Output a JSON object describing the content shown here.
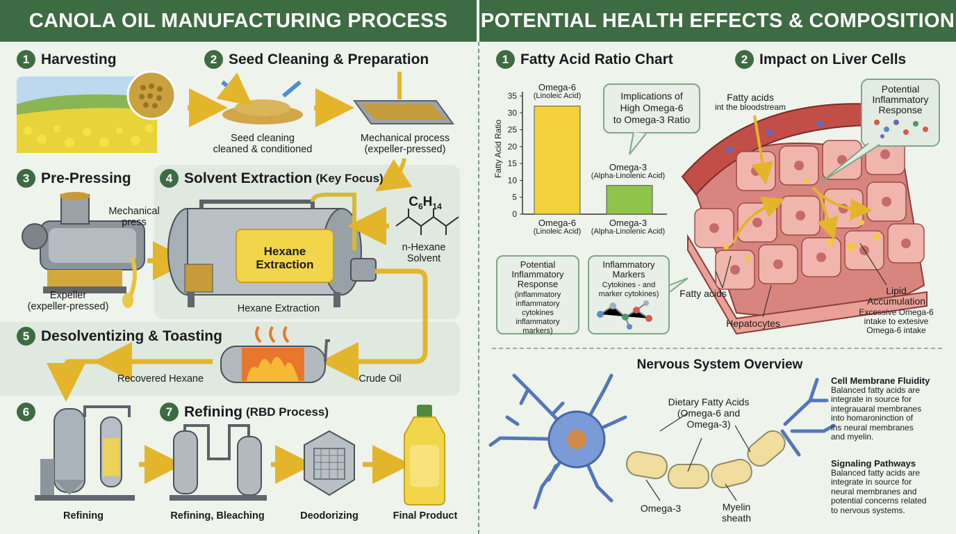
{
  "left": {
    "title": "CANOLA OIL MANUFACTURING PROCESS",
    "steps": [
      {
        "num": "1",
        "title": "Harvesting"
      },
      {
        "num": "2",
        "title": "Seed Cleaning & Preparation"
      },
      {
        "num": "3",
        "title": "Pre-Pressing"
      },
      {
        "num": "4",
        "title": "Solvent Extraction",
        "sub": "(Key Focus)"
      },
      {
        "num": "5",
        "title": "Desolventizing & Toasting"
      },
      {
        "num": "6",
        "title": ""
      },
      {
        "num": "7",
        "title": "Refining",
        "sub": "(RBD Process)"
      }
    ],
    "seed_cleaning_caption": [
      "Seed cleaning",
      "cleaned & conditioned"
    ],
    "mechanical_caption": [
      "Mechanical process",
      "(expeller-pressed)"
    ],
    "press_label": [
      "Mechanical",
      "press"
    ],
    "expeller_caption": [
      "Expeller",
      "(expeller-pressed)"
    ],
    "tank_label": [
      "Hexane",
      "Extraction"
    ],
    "hexane_extraction_caption": "Hexane Extraction",
    "formula": {
      "c": "C",
      "c_sub": "6",
      "h": "H",
      "h_sub": "14"
    },
    "solvent_caption": [
      "n-Hexane",
      "Solvent"
    ],
    "recovered_hexane": "Recovered Hexane",
    "crude_oil": "Crude Oil",
    "bottom_captions": [
      "Refining",
      "Refining, Bleaching",
      "Deodorizing",
      "Final Product"
    ]
  },
  "right": {
    "title": "POTENTIAL HEALTH EFFECTS & COMPOSITION",
    "sec1_title": "Fatty Acid Ratio Chart",
    "sec2_title": "Impact on Liver Cells",
    "bubble_implications": [
      "Implications of",
      "High Omega-6",
      "to Omega-3 Ratio"
    ],
    "box_response": {
      "title": [
        "Potential",
        "Inflammatory",
        "Response"
      ],
      "body": [
        "(inflammatory",
        "inflammatory",
        "cytokines",
        "inflammatory",
        "markers)"
      ]
    },
    "box_markers": {
      "title": [
        "Inflammatory",
        "Markers"
      ],
      "body": [
        "Cytokines - and",
        "marker cytokines)"
      ]
    },
    "liver_labels": {
      "fatty_top": "Fatty acids",
      "fatty_top_sub": "int the bloodstream",
      "inflam": [
        "Potential",
        "Inflammatory",
        "Response"
      ],
      "fatty_left": "Fatty acids",
      "hepatocytes": "Hepatocytes",
      "lipid": [
        "Lipid",
        "Accumulation"
      ],
      "lipid_sub": [
        "Excessive Omega-6",
        "intake to extesive",
        "Omega-6 intake"
      ]
    },
    "nervous": {
      "title": "Nervous System Overview",
      "dietary": [
        "Dietary Fatty Acids",
        "(Omega-6 and",
        "Omega-3)"
      ],
      "omega3": "Omega-3",
      "myelin": [
        "Myelin",
        "sheath"
      ],
      "cm_title": "Cell Membrane Fluidity",
      "cm_body": [
        "Balanced fatty acids are",
        "integrate in source for",
        "integrauaral membranes",
        "into homaroninction of",
        "ins neural membranes",
        "and myelin."
      ],
      "sp_title": "Signaling Pathways",
      "sp_body": [
        "Balanced fatty acids are",
        "integrate in source for",
        "neural membranes and",
        "potential concerns related",
        "to nervous systems."
      ]
    }
  },
  "chart_data": {
    "type": "bar",
    "ylabel": "Fatty Acid Ratio",
    "ylim": [
      0,
      35
    ],
    "yticks": [
      "0",
      "5",
      "10",
      "15",
      "20",
      "25",
      "30",
      "35"
    ],
    "categories": [
      {
        "name": "Omega-6",
        "sub": "(Linoleic Acid)"
      },
      {
        "name": "Omega-3",
        "sub": "(Alpha-Linolenic Acid)"
      }
    ],
    "values": [
      32,
      8.5
    ],
    "colors": [
      "#f2d13a",
      "#8fc44a"
    ]
  }
}
